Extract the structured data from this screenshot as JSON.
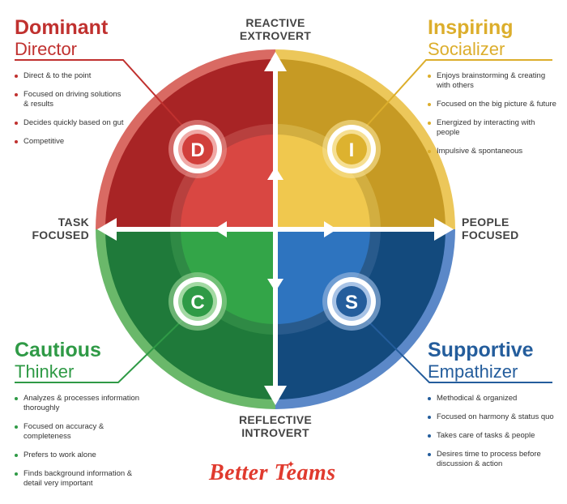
{
  "colors": {
    "red": "#c0312f",
    "yellow": "#dcae2c",
    "green": "#2f9a46",
    "blue": "#245d9c",
    "text": "#333333",
    "brand": "#e03a2e"
  },
  "axes": {
    "top": [
      "REACTIVE",
      "EXTROVERT"
    ],
    "bottom": [
      "REFLECTIVE",
      "INTROVERT"
    ],
    "left": [
      "TASK",
      "FOCUSED"
    ],
    "right": [
      "PEOPLE",
      "FOCUSED"
    ]
  },
  "quadrants": {
    "d": {
      "letter": "D",
      "title": "Dominant",
      "subtitle": "Director",
      "points": [
        "Direct & to the point",
        "Focused on driving solutions & results",
        "Decides quickly based on gut",
        "Competitive"
      ]
    },
    "i": {
      "letter": "I",
      "title": "Inspiring",
      "subtitle": "Socializer",
      "points": [
        "Enjoys brainstorming & creating with others",
        "Focused on the big picture & future",
        "Energized by interacting with people",
        "Impulsive & spontaneous"
      ]
    },
    "c": {
      "letter": "C",
      "title": "Cautious",
      "subtitle": "Thinker",
      "points": [
        "Analyzes & processes information thoroughly",
        "Focused on accuracy & completeness",
        "Prefers to work alone",
        "Finds background information & detail very important"
      ]
    },
    "s": {
      "letter": "S",
      "title": "Supportive",
      "subtitle": "Empathizer",
      "points": [
        "Methodical & organized",
        "Focused on harmony & status quo",
        "Takes care of tasks & people",
        "Desires time to process before discussion & action"
      ]
    }
  },
  "brand": {
    "name": "Better Teams",
    "logo_icon": "star-sparkle-icon"
  }
}
